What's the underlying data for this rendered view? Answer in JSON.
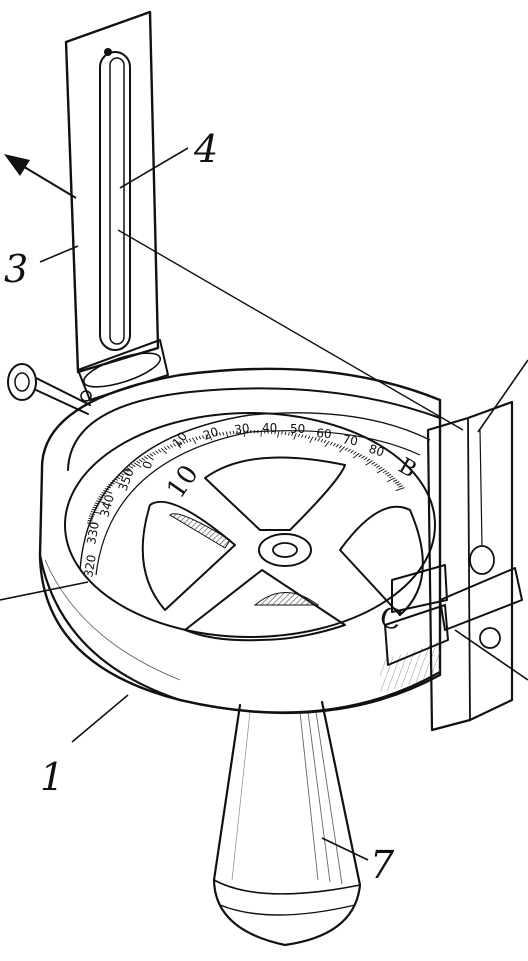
{
  "figure": {
    "callouts": [
      {
        "id": "1",
        "label": "1"
      },
      {
        "id": "3",
        "label": "3"
      },
      {
        "id": "4",
        "label": "4"
      },
      {
        "id": "7",
        "label": "7"
      }
    ],
    "scale_labels": [
      "0",
      "10",
      "20",
      "30",
      "40",
      "50",
      "60",
      "70",
      "80",
      "350",
      "340",
      "330",
      "320"
    ],
    "dial_marks": [
      "10",
      "C",
      "B"
    ],
    "colors": {
      "ink": "#111111",
      "paper": "#ffffff",
      "shade": "#555555"
    }
  }
}
